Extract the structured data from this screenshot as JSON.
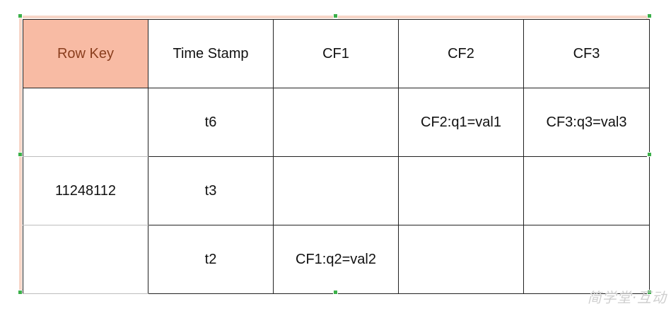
{
  "table": {
    "headers": [
      "Row Key",
      "Time Stamp",
      "CF1",
      "CF2",
      "CF3"
    ],
    "row_key": "11248112",
    "rows": [
      {
        "timestamp": "t6",
        "cf1": "",
        "cf2": "CF2:q1=val1",
        "cf3": "CF3:q3=val3"
      },
      {
        "timestamp": "t3",
        "cf1": "",
        "cf2": "",
        "cf3": ""
      },
      {
        "timestamp": "t2",
        "cf1": "CF1:q2=val2",
        "cf2": "",
        "cf3": ""
      }
    ]
  },
  "watermark": "简学堂·互动",
  "colors": {
    "header_fill": "#f8bba4",
    "selection_handle": "#3cb04a",
    "selection_frame": "#f7d6c8"
  }
}
